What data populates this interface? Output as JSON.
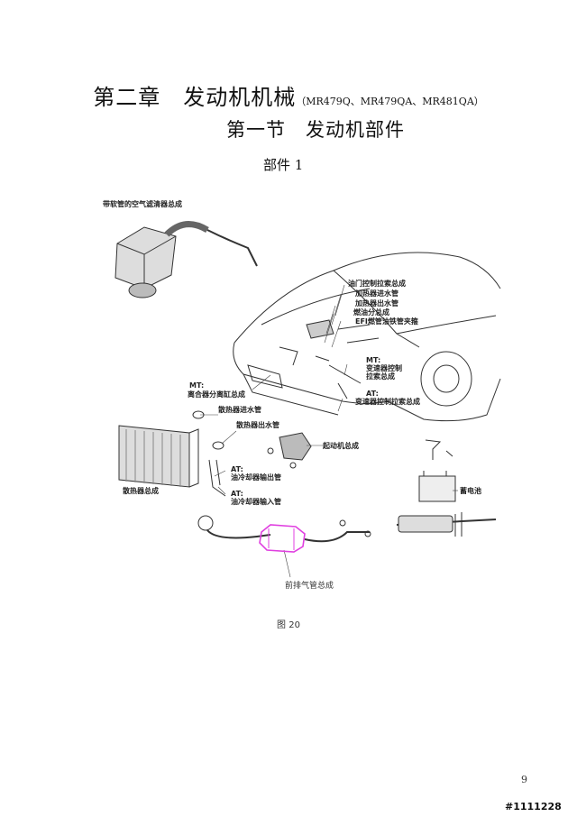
{
  "chapter": {
    "title": "第二章　发动机机械",
    "models": "（MR479Q、MR479QA、MR481QA）"
  },
  "section": {
    "title": "第一节　发动机部件"
  },
  "part_heading": "部件 1",
  "figure": {
    "labels": {
      "air_cleaner": "带软管的空气滤清器总成",
      "throttle_cable": "油门控制拉索总成",
      "heater_inlet": "加热器进水管",
      "heater_outlet": "加热器出水管",
      "fuel_dist": "燃油分总成",
      "efi_clamp": "EFI燃管油铁管夹箍",
      "mt_clutch_1": "MT:",
      "mt_clutch_2": "离合器分离缸总成",
      "mt_trans_1": "MT:",
      "mt_trans_2": "变速器控制",
      "mt_trans_3": "拉索总成",
      "at_trans_1": "AT:",
      "at_trans_2": "变速器控制拉索总成",
      "rad_inlet": "散热器进水管",
      "rad_outlet": "散热器出水管",
      "starter": "起动机总成",
      "at_cooler_out_1": "AT:",
      "at_cooler_out_2": "油冷却器输出管",
      "at_cooler_in_1": "AT:",
      "at_cooler_in_2": "油冷却器输入管",
      "radiator": "散热器总成",
      "battery": "蓄电池",
      "front_exhaust": "前排气管总成"
    },
    "highlight_color": "#e040e0"
  },
  "caption": "图 20",
  "page_number": "9",
  "stamp": "#1111228"
}
